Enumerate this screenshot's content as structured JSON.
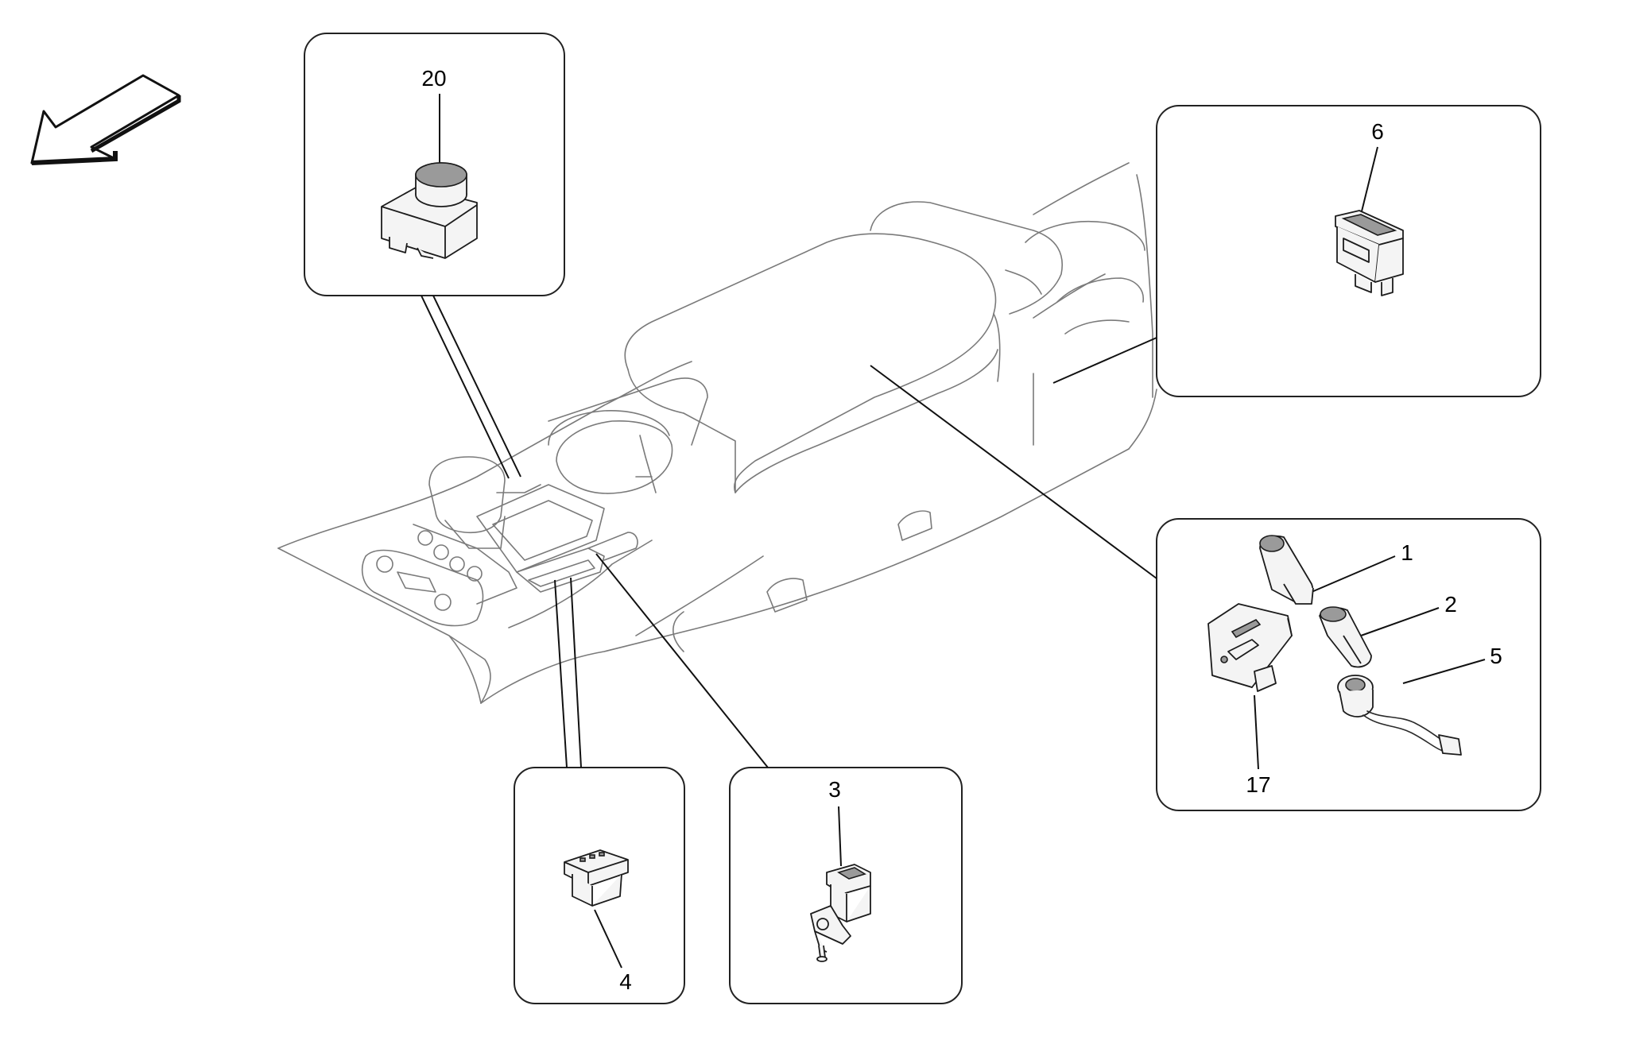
{
  "diagram": {
    "callouts": {
      "c20": "20",
      "c6": "6",
      "c1": "1",
      "c2": "2",
      "c5": "5",
      "c17": "17",
      "c3": "3",
      "c4": "4"
    }
  }
}
